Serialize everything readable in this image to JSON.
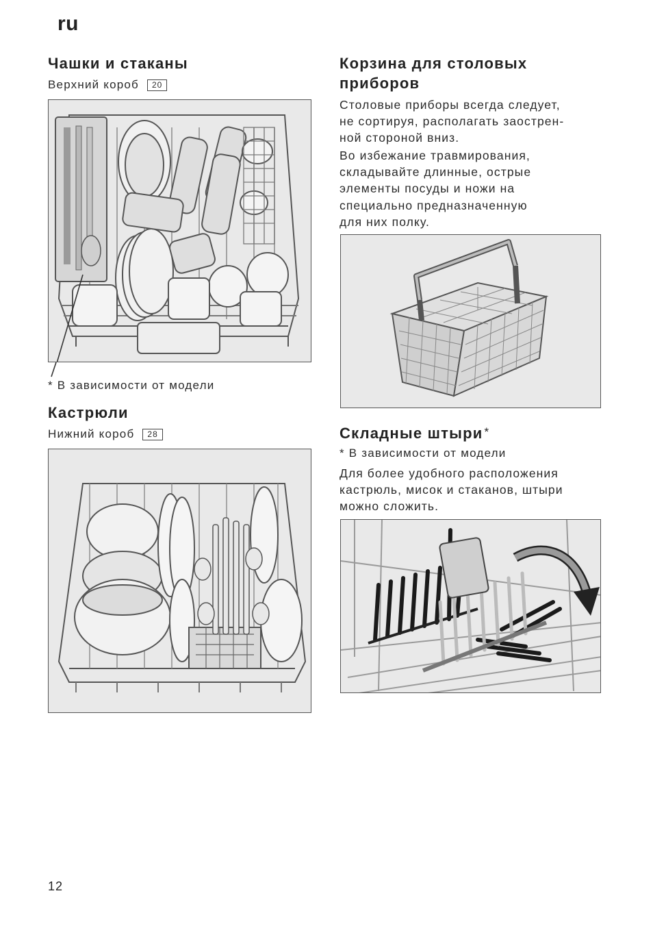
{
  "lang": "ru",
  "page_number": "12",
  "cups": {
    "title": "Чашки и стаканы",
    "subtitle": "Верхний короб",
    "ref": "20",
    "footnote": "* В зависимости от модели"
  },
  "pots": {
    "title": "Кастрюли",
    "subtitle": "Нижний короб",
    "ref": "28"
  },
  "cutlery": {
    "title_line1": "Корзина для столовых",
    "title_line2": "приборов",
    "para1": [
      "Столовые приборы всегда следует,",
      "не сортируя, располагать заострен-",
      "ной стороной вниз."
    ],
    "para2": [
      "Во избежание травмирования,",
      "складывайте длинные, острые",
      "элементы посуды и ножи на",
      "специально предназначенную",
      "для них полку."
    ]
  },
  "tines": {
    "title": "Складные штыри",
    "title_mark": "*",
    "footnote": "* В зависимости от модели",
    "para": [
      "Для более удобного расположения",
      "кастрюль, мисок и стаканов, штыри",
      "можно сложить."
    ]
  }
}
